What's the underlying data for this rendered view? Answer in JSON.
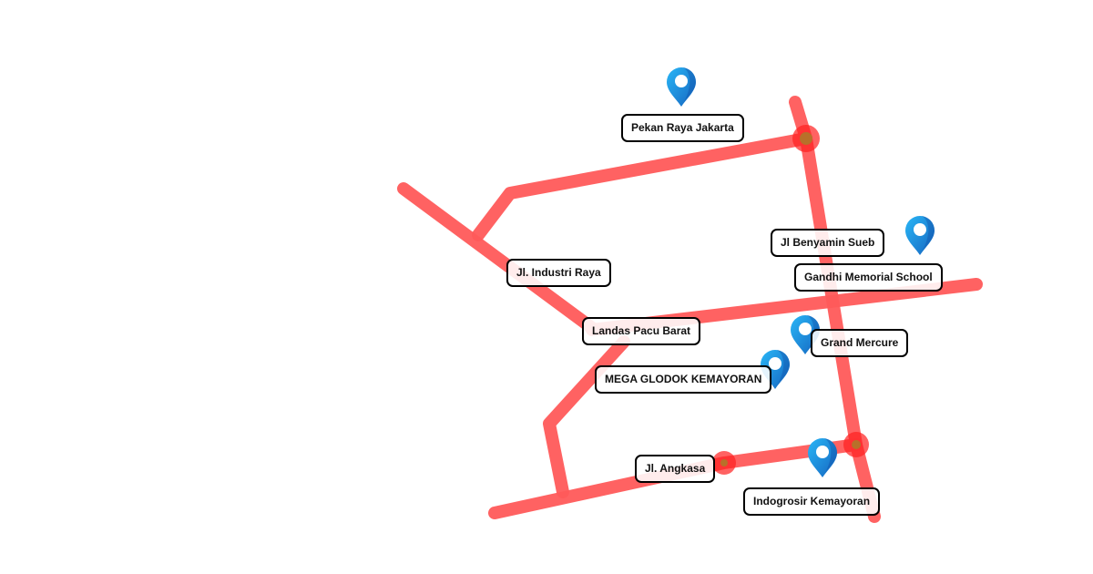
{
  "map": {
    "road_color": "#ff5a5a",
    "junction_color": "#ff2020",
    "pin_color": "#1e88e5",
    "labels": [
      {
        "id": "pekan-raya-jakarta",
        "text": "Pekan Raya Jakarta",
        "type": "place"
      },
      {
        "id": "jl-benyamin-sueb",
        "text": "Jl Benyamin Sueb",
        "type": "road"
      },
      {
        "id": "gandhi-memorial-school",
        "text": "Gandhi Memorial School",
        "type": "place"
      },
      {
        "id": "jl-industri-raya",
        "text": "Jl. Industri Raya",
        "type": "road"
      },
      {
        "id": "landas-pacu-barat",
        "text": "Landas Pacu Barat",
        "type": "road"
      },
      {
        "id": "grand-mercure",
        "text": "Grand Mercure",
        "type": "place"
      },
      {
        "id": "mega-glodok-kemayoran",
        "text": "MEGA GLODOK KEMAYORAN",
        "type": "place"
      },
      {
        "id": "jl-angkasa",
        "text": "Jl. Angkasa",
        "type": "road"
      },
      {
        "id": "indogrosir-kemayoran",
        "text": "Indogrosir Kemayoran",
        "type": "place"
      }
    ],
    "pins": [
      "Pekan Raya Jakarta",
      "Gandhi Memorial School",
      "Grand Mercure",
      "MEGA GLODOK KEMAYORAN",
      "Indogrosir Kemayoran"
    ]
  }
}
